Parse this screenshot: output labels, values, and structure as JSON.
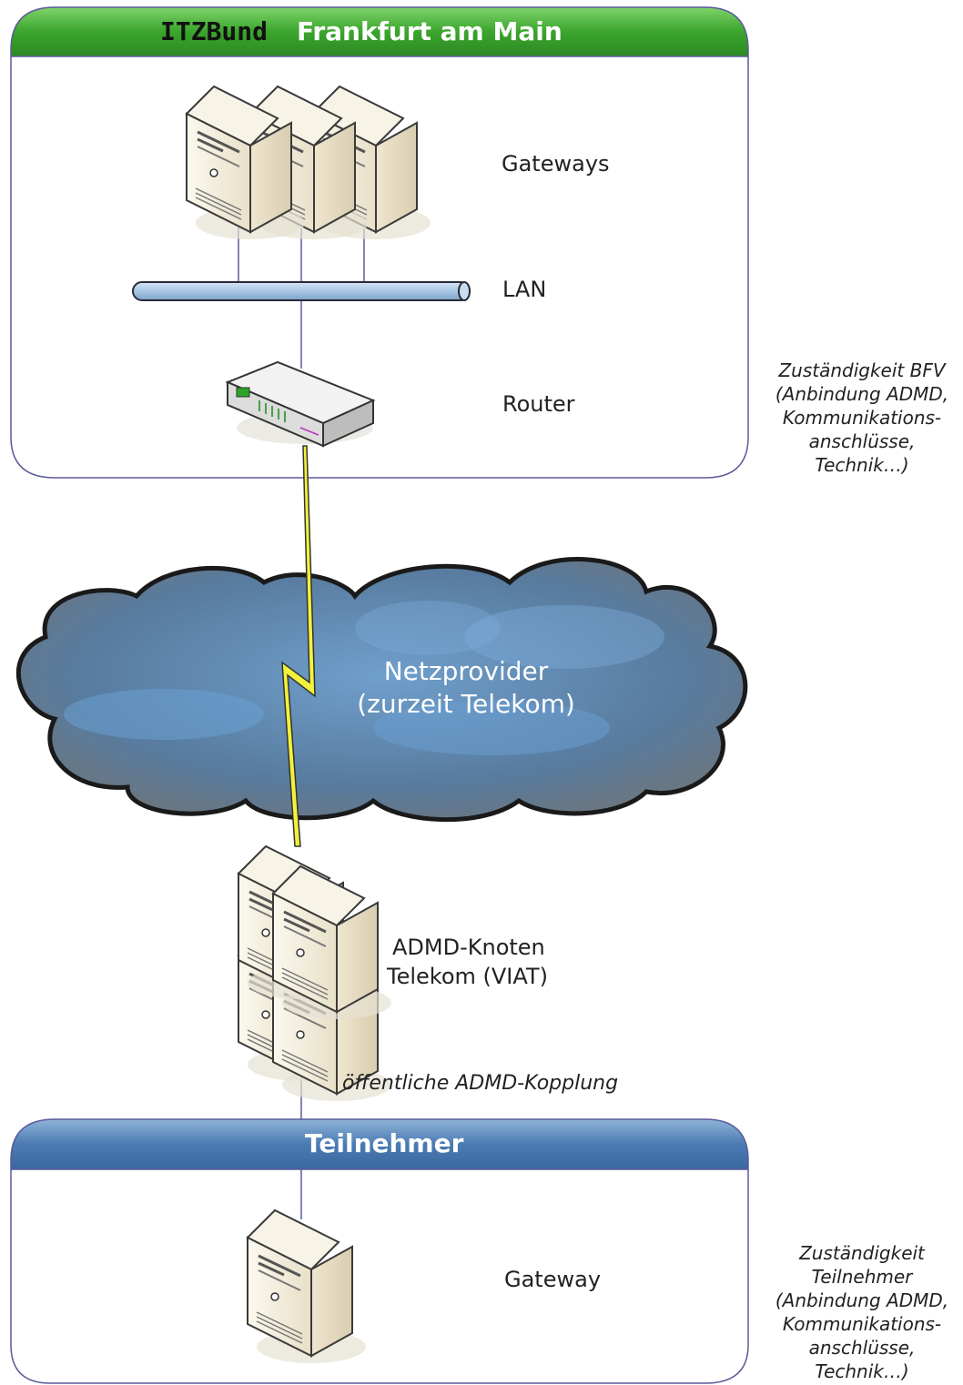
{
  "header_top": {
    "org": "ITZBund",
    "location": "Frankfurt am Main",
    "color": "#3a9a2a"
  },
  "header_bottom": {
    "title": "Teilnehmer",
    "color": "#3e6fa8"
  },
  "labels": {
    "gateways": "Gateways",
    "lan": "LAN",
    "router": "Router",
    "admd_line1": "ADMD-Knoten",
    "admd_line2": "Telekom (VIAT)",
    "coupling": "öffentliche ADMD-Kopplung",
    "gateway": "Gateway"
  },
  "cloud": {
    "line1": "Netzprovider",
    "line2": "(zurzeit Telekom)",
    "color": "#5a86b0"
  },
  "note_top": [
    "Zuständigkeit BFV",
    "(Anbindung ADMD,",
    "Kommunikations-",
    "anschlüsse,",
    "Technik…)"
  ],
  "note_bottom": [
    "Zuständigkeit",
    "Teilnehmer",
    "(Anbindung ADMD,",
    "Kommunikations-",
    "anschlüsse,",
    "Technik…)"
  ],
  "icons": {
    "server": "server-tower-icon",
    "router": "router-icon",
    "cloud": "network-cloud-icon",
    "link": "lightning-link-icon"
  }
}
